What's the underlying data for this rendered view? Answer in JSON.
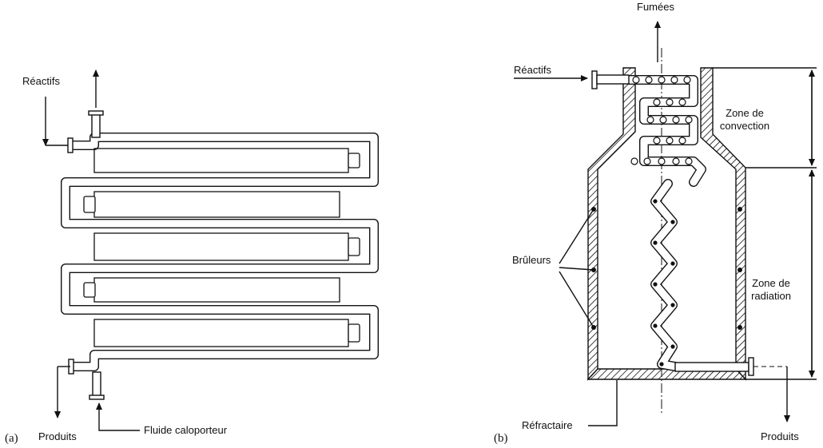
{
  "diagram_a": {
    "sublabel": "(a)",
    "label_reactifs": "Réactifs",
    "label_produits": "Produits",
    "label_fluide": "Fluide caloporteur"
  },
  "diagram_b": {
    "sublabel": "(b)",
    "label_fumees": "Fumées",
    "label_reactifs": "Réactifs",
    "label_zone_convection_1": "Zone de",
    "label_zone_convection_2": "convection",
    "label_zone_radiation_1": "Zone de",
    "label_zone_radiation_2": "radiation",
    "label_bruleurs": "Brûleurs",
    "label_refractaire": "Réfractaire",
    "label_produits": "Produits"
  }
}
